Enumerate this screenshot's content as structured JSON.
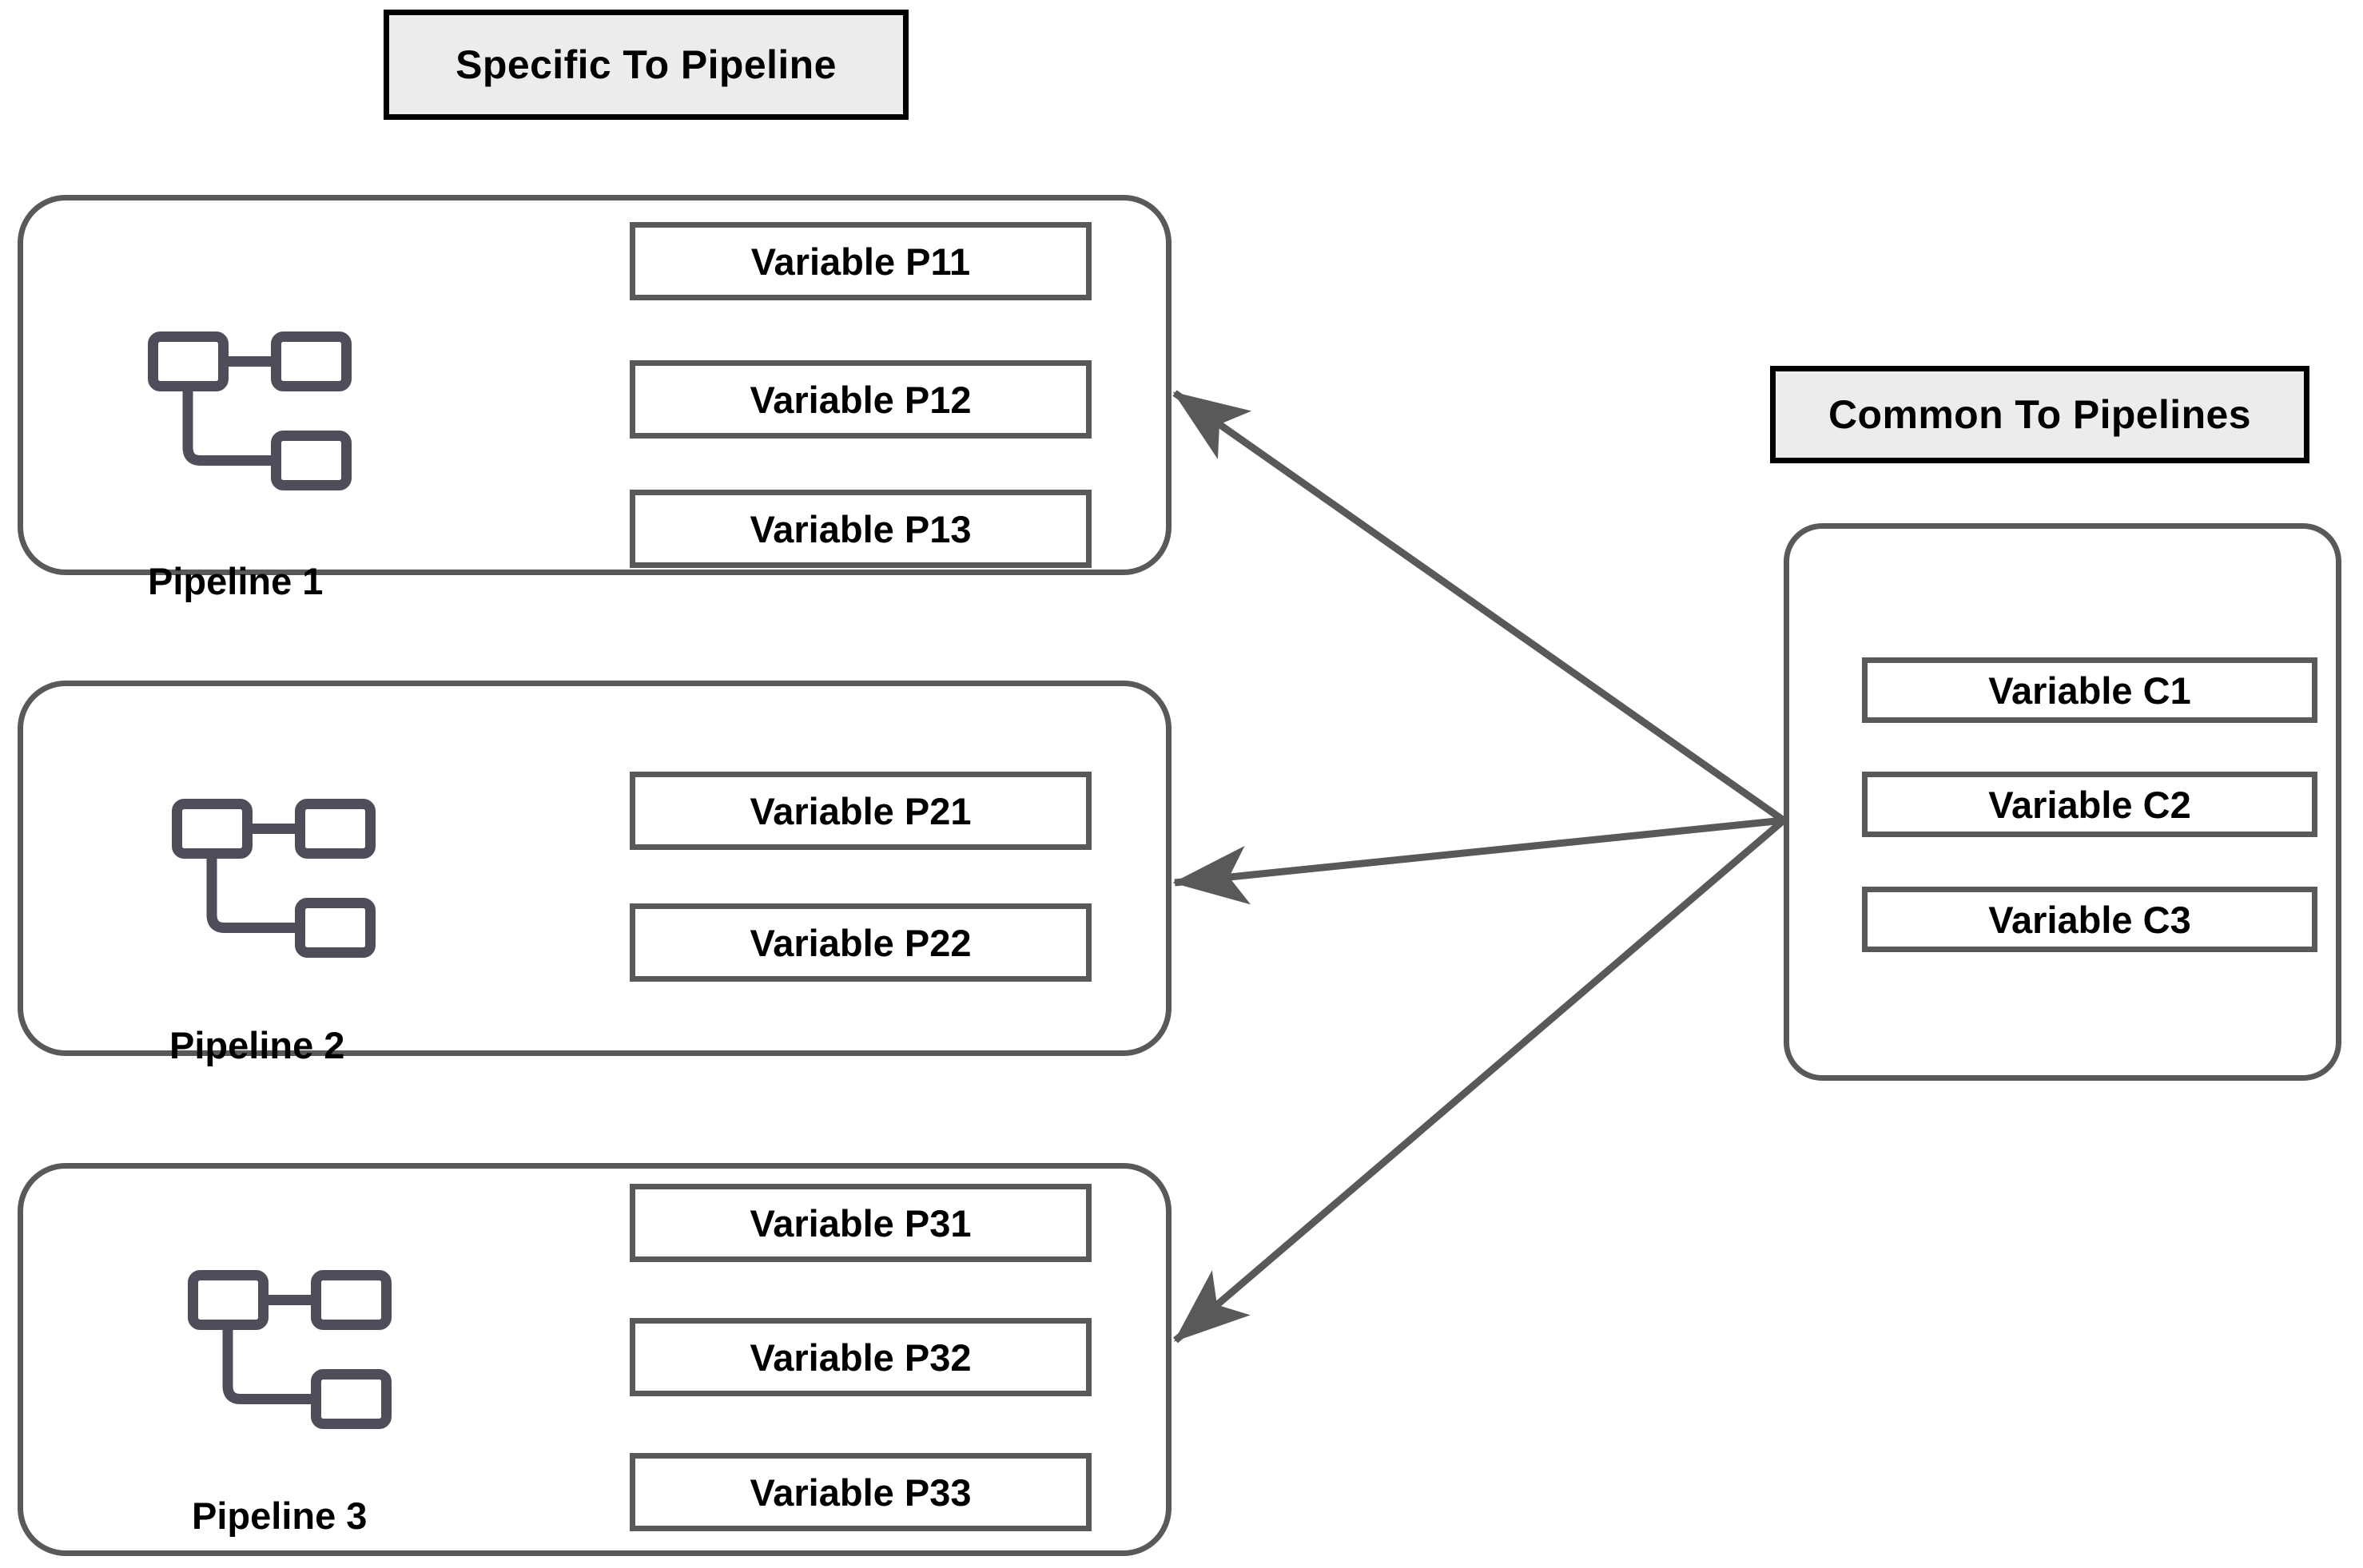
{
  "headers": {
    "specific": "Specific To Pipeline",
    "common": "Common To Pipelines"
  },
  "colors": {
    "group_border": "#595959",
    "variable_border": "#595959",
    "header_border": "#000000",
    "header_fill": "#ececec",
    "icon": "#4e4e5a",
    "arrow": "#595959",
    "text": "#000000",
    "background": "#ffffff"
  },
  "pipelines": [
    {
      "name": "Pipeline 1",
      "icon": "pipeline-nodes-icon",
      "variables": [
        "Variable P11",
        "Variable P12",
        "Variable P13"
      ]
    },
    {
      "name": "Pipeline 2",
      "icon": "pipeline-nodes-icon",
      "variables": [
        "Variable P21",
        "Variable P22"
      ]
    },
    {
      "name": "Pipeline 3",
      "icon": "pipeline-nodes-icon",
      "variables": [
        "Variable P31",
        "Variable P32",
        "Variable P33"
      ]
    }
  ],
  "common_group": {
    "variables": [
      "Variable C1",
      "Variable C2",
      "Variable C3"
    ]
  },
  "arrows": [
    {
      "name": "arrow-common-to-pipeline-1",
      "from": "common-group",
      "to": "Pipeline 1"
    },
    {
      "name": "arrow-common-to-pipeline-2",
      "from": "common-group",
      "to": "Pipeline 2"
    },
    {
      "name": "arrow-common-to-pipeline-3",
      "from": "common-group",
      "to": "Pipeline 3"
    }
  ]
}
